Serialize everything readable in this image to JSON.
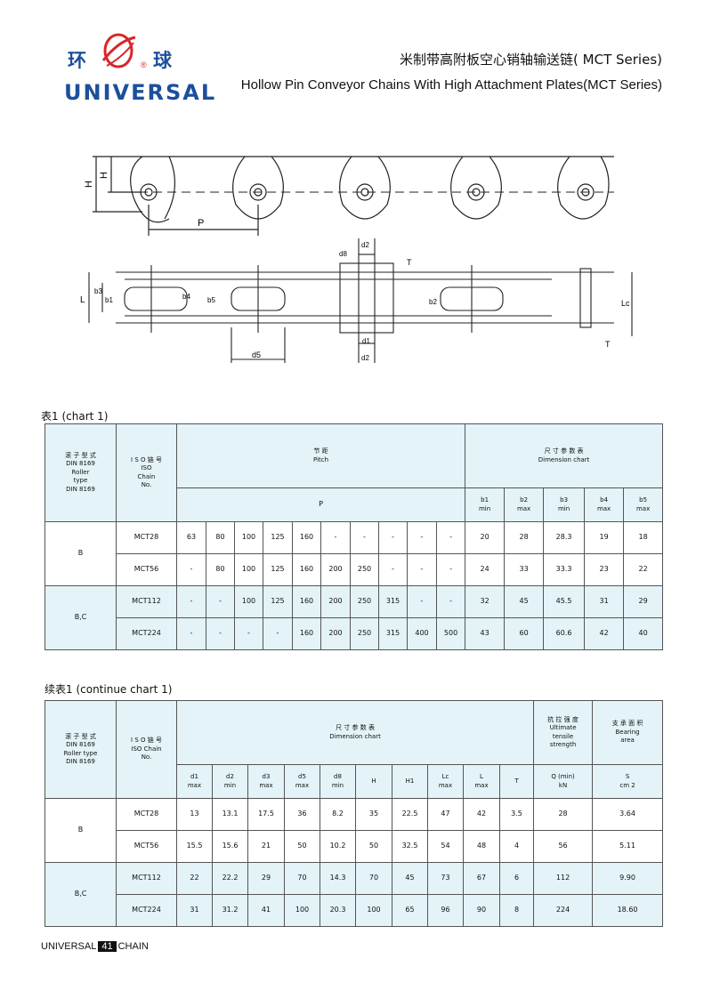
{
  "header": {
    "logo_cn_left": "环",
    "logo_cn_right": "球",
    "logo_en": "UNIVERSAL",
    "logo_registered": "®",
    "title_cn": "米制带高附板空心销轴输送链( MCT Series)",
    "title_en": "Hollow Pin Conveyor Chains With High Attachment Plates(MCT Series)"
  },
  "diagram_labels": {
    "h": "H",
    "h1": "H",
    "p": "P",
    "l": "L",
    "lc": "Lc",
    "t_top": "T",
    "t_bottom": "T",
    "b1": "b1",
    "b2": "b2",
    "b3": "b3",
    "b4": "b4",
    "b5": "b5",
    "d1": "d1",
    "d2_top": "d2",
    "d2_bottom": "d2",
    "d5": "d5",
    "d8": "d8",
    "d5_bottom": "d5"
  },
  "chart1": {
    "caption": "表1 (chart 1)",
    "head_roller": [
      "滚 子 型 式",
      "DIN 8169",
      "Roller",
      "type",
      "DIN 8169"
    ],
    "head_iso": [
      "I S O 链 号",
      "ISO",
      "Chain",
      "No."
    ],
    "head_pitch": [
      "节 距",
      "Pitch"
    ],
    "head_dim": [
      "尺 寸 参 数 表",
      "Dimension chart"
    ],
    "p_label": "P",
    "dims": [
      {
        "name": "b1",
        "sub": "min"
      },
      {
        "name": "b2",
        "sub": "max"
      },
      {
        "name": "b3",
        "sub": "min"
      },
      {
        "name": "b4",
        "sub": "max"
      },
      {
        "name": "b5",
        "sub": "max"
      }
    ],
    "groups": [
      {
        "roller": "B",
        "rows": [
          {
            "iso": "MCT28",
            "p": [
              "63",
              "80",
              "100",
              "125",
              "160",
              "-",
              "-",
              "-",
              "-",
              "-"
            ],
            "d": [
              "20",
              "28",
              "28.3",
              "19",
              "18"
            ]
          },
          {
            "iso": "MCT56",
            "p": [
              "-",
              "80",
              "100",
              "125",
              "160",
              "200",
              "250",
              "-",
              "-",
              "-"
            ],
            "d": [
              "24",
              "33",
              "33.3",
              "23",
              "22"
            ]
          }
        ]
      },
      {
        "roller": "B,C",
        "rows": [
          {
            "iso": "MCT112",
            "p": [
              "-",
              "-",
              "100",
              "125",
              "160",
              "200",
              "250",
              "315",
              "-",
              "-"
            ],
            "d": [
              "32",
              "45",
              "45.5",
              "31",
              "29"
            ]
          },
          {
            "iso": "MCT224",
            "p": [
              "-",
              "-",
              "-",
              "-",
              "160",
              "200",
              "250",
              "315",
              "400",
              "500"
            ],
            "d": [
              "43",
              "60",
              "60.6",
              "42",
              "40"
            ]
          }
        ]
      }
    ]
  },
  "chart2": {
    "caption": "续表1 (continue chart 1)",
    "head_roller": [
      "滚 子 型 式",
      "DIN 8169",
      "Roller type",
      "DIN 8169"
    ],
    "head_iso": [
      "I S O 链 号",
      "ISO Chain",
      "No."
    ],
    "head_dim": [
      "尺 寸 参 数 表",
      "Dimension chart"
    ],
    "head_tensile": [
      "抗 拉 强 度",
      "Ultimate",
      "tensile",
      "strength"
    ],
    "head_bearing": [
      "支 承 面 积",
      "Bearing",
      "area"
    ],
    "dims": [
      {
        "name": "d1",
        "sub": "max"
      },
      {
        "name": "d2",
        "sub": "min"
      },
      {
        "name": "d3",
        "sub": "max"
      },
      {
        "name": "d5",
        "sub": "max"
      },
      {
        "name": "d8",
        "sub": "min"
      },
      {
        "name": "H",
        "sub": ""
      },
      {
        "name": "H1",
        "sub": ""
      },
      {
        "name": "Lc",
        "sub": "max"
      },
      {
        "name": "L",
        "sub": "max"
      },
      {
        "name": "T",
        "sub": ""
      }
    ],
    "q_label": "Q (min)",
    "q_unit": "kN",
    "s_label": "S",
    "s_unit": "cm 2",
    "groups": [
      {
        "roller": "B",
        "rows": [
          {
            "iso": "MCT28",
            "v": [
              "13",
              "13.1",
              "17.5",
              "36",
              "8.2",
              "35",
              "22.5",
              "47",
              "42",
              "3.5",
              "28",
              "3.64"
            ]
          },
          {
            "iso": "MCT56",
            "v": [
              "15.5",
              "15.6",
              "21",
              "50",
              "10.2",
              "50",
              "32.5",
              "54",
              "48",
              "4",
              "56",
              "5.11"
            ]
          }
        ]
      },
      {
        "roller": "B,C",
        "rows": [
          {
            "iso": "MCT112",
            "v": [
              "22",
              "22.2",
              "29",
              "70",
              "14.3",
              "70",
              "45",
              "73",
              "67",
              "6",
              "112",
              "9.90"
            ]
          },
          {
            "iso": "MCT224",
            "v": [
              "31",
              "31.2",
              "41",
              "100",
              "20.3",
              "100",
              "65",
              "96",
              "90",
              "8",
              "224",
              "18.60"
            ]
          }
        ]
      }
    ]
  },
  "footer": {
    "left": "UNIVERSAL",
    "page": "41",
    "right": "CHAIN"
  },
  "colors": {
    "brand_blue": "#1c4f9c",
    "logo_red": "#d8262b",
    "table_tint": "#e3f3f8"
  }
}
